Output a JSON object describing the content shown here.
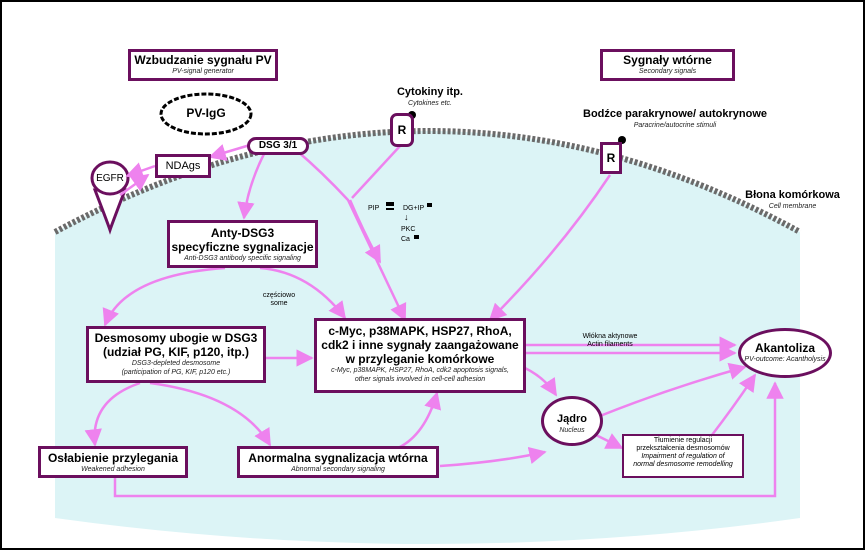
{
  "primary": {
    "title": "Wzbudzanie sygnału PV",
    "subtitle": "PV-signal generator"
  },
  "secondary": {
    "title": "Sygnały wtórne",
    "subtitle": "Secondary signals"
  },
  "pvigg": {
    "label": "PV-IgG"
  },
  "cytokines": {
    "title": "Cytokiny itp.",
    "subtitle": "Cytokines etc."
  },
  "receptor": {
    "label": "R"
  },
  "paracrine": {
    "title": "Bodźce parakrynowe/ autokrynowe",
    "subtitle": "Paracrine/autocrine stimuli"
  },
  "membrane": {
    "title": "Błona komórkowa",
    "subtitle": "Cell membrane"
  },
  "dsg": {
    "label": "DSG 3/1"
  },
  "ndags": {
    "label": "NDAgs"
  },
  "egfr": {
    "label": "EGFR"
  },
  "pip": {
    "pip": "PIP",
    "dg": "DG+IP",
    "arrow": "↓",
    "pkc": "PKC",
    "ca": "Ca"
  },
  "anti": {
    "line1": "Anty-DSG3",
    "line2": "specyficzne sygnalizacje",
    "subtitle": "Anti-DSG3 antibody specific signaling"
  },
  "partial": {
    "line1": "częściowo",
    "line2": "some"
  },
  "desmo": {
    "line1": "Desmosomy ubogie w DSG3",
    "line2": "(udział PG, KIF, p120, itp.)",
    "sub1": "DSG3-depleted desmosome",
    "sub2": "(participation of PG, KIF, p120 etc.)"
  },
  "cmyc": {
    "line1": "c-Myc, p38MAPK, HSP27, RhoA,",
    "line2": "cdk2 i inne sygnały zaangażowane",
    "line3": "w przyleganie komórkowe",
    "sub1": "c-Myc, p38MAPK, HSP27, RhoA, cdk2 apoptosis signals,",
    "sub2": "other signals involved in cell-cell adhesion"
  },
  "actin": {
    "line1": "Włókna aktynowe",
    "line2": "Actin filaments"
  },
  "acant": {
    "title": "Akantoliza",
    "subtitle": "PV-outcome: Acantholysis"
  },
  "nucleus": {
    "title": "Jądro",
    "subtitle": "Nucleus"
  },
  "inhib": {
    "line1": "Tłumienie regulacji",
    "line2": "przekształcenia desmosomów",
    "sub1": "Impairment of regulation of",
    "sub2": "normal desmosome remodelling"
  },
  "weak": {
    "title": "Osłabienie przylegania",
    "subtitle": "Weakened adhesion"
  },
  "abnormal": {
    "title": "Anormalna sygnalizacja wtórna",
    "subtitle": "Abnormal secondary signaling"
  },
  "colors": {
    "frame": "#6b0f5e",
    "arrow": "#ee82ee",
    "cell": "#dcf4f6",
    "membrane": "#6a6a6a"
  }
}
